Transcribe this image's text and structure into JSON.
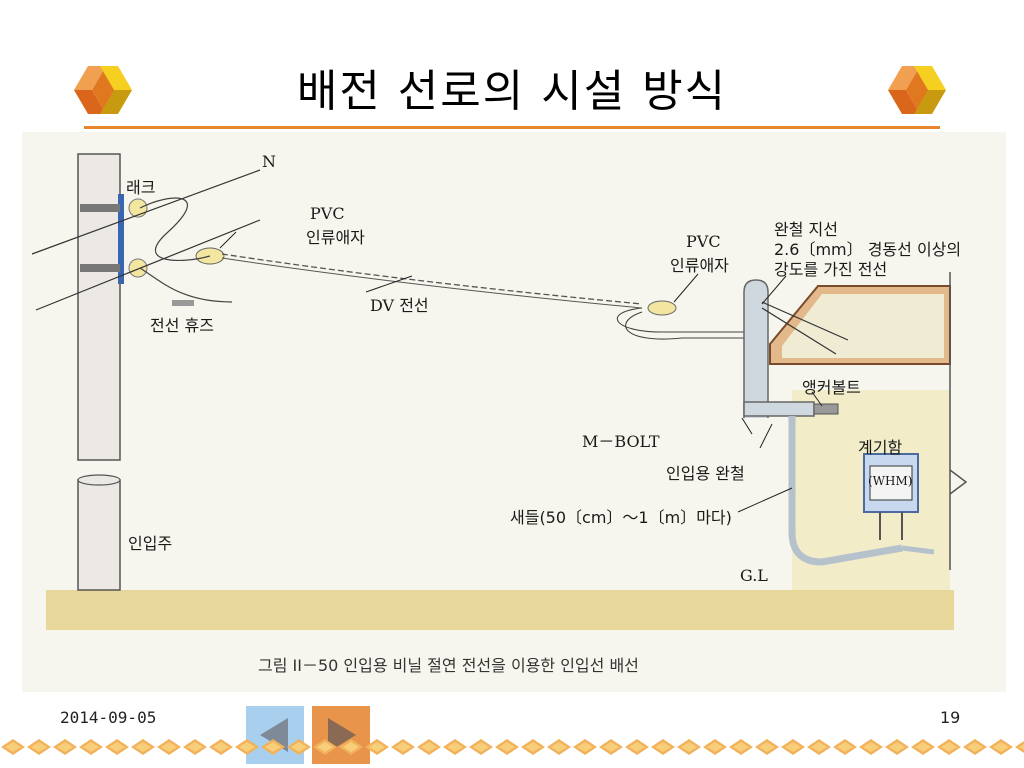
{
  "slide": {
    "title": "배전 선로의 시설 방식",
    "date": "2014-09-05",
    "page_number": "19"
  },
  "figure": {
    "labels": {
      "n": "N",
      "rack": "래크",
      "pvc_left_1": "PVC",
      "pvc_left_2": "인류애자",
      "wire_fuse": "전선 휴즈",
      "dv_wire": "DV  전선",
      "pvc_right_1": "PVC",
      "pvc_right_2": "인류애자",
      "guy_1": "완철  지선",
      "guy_2": "2.6〔mm〕 경동선  이상의",
      "guy_3": "강도를  가진  전선",
      "anchor_bolt": "앵커볼트",
      "m_bolt": "M－BOLT",
      "entry_bracket": "인입용  완철",
      "meter_box": "계기함",
      "whm": "(WHM)",
      "saddle": "새들(50〔cm〕～1〔m〕마다)",
      "entry_pole": "인입주",
      "ground_line": "G.L"
    },
    "caption": "그림 II－50 인입용 비닐 절연 전선을 이용한 인입선 배선"
  },
  "navigation": {
    "prev_icon": "triangle-left-icon",
    "next_icon": "triangle-right-icon"
  },
  "colors": {
    "accent_orange": "#e8862a",
    "nav_blue": "#a8d0ee",
    "ground": "#e8d79a",
    "roof": "#e3b98b"
  }
}
